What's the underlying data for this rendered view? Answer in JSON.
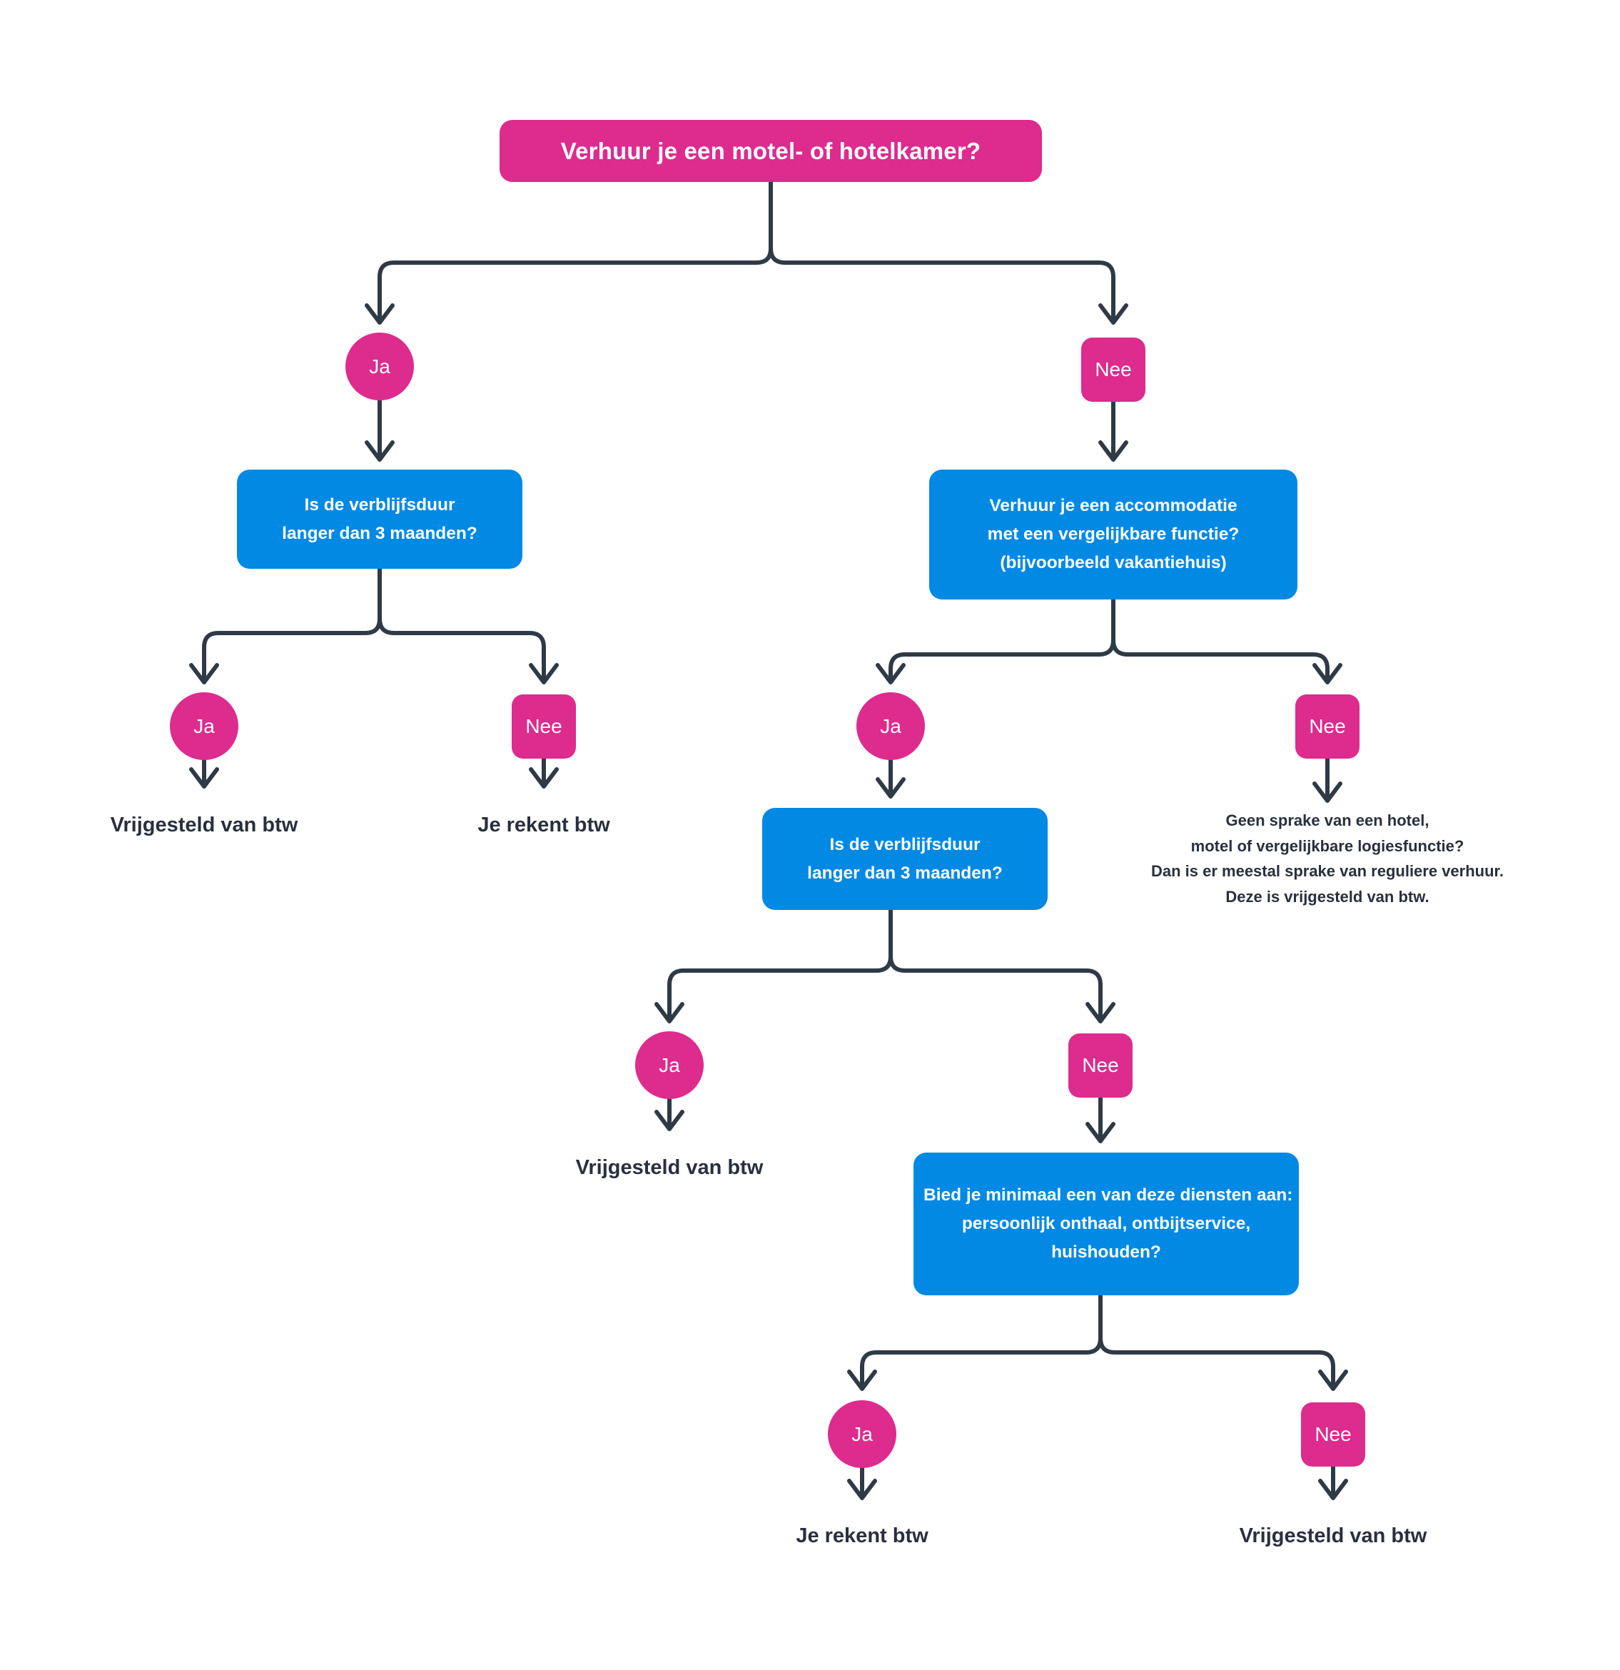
{
  "diagram": {
    "title": "Verhuur je een motel- of hotelkamer?",
    "accent_pink": "#DD2B8E",
    "accent_blue": "#0289E3",
    "text_dark": "#28303F",
    "line_color": "#2F3A४7"
  },
  "nodes": {
    "root_question": "Verhuur je een motel- of hotelkamer?",
    "branch_ja_1": "Ja",
    "branch_nee_1": "Nee",
    "q_duur_left": [
      "Is de verblijfsduur",
      "langer dan 3 maanden?"
    ],
    "q_accommodatie": [
      "Verhuur je een accommodatie",
      "met een vergelijkbare functie?",
      "(bijvoorbeeld vakantiehuis)"
    ],
    "branch_ja_2": "Ja",
    "branch_nee_2": "Nee",
    "branch_ja_3": "Ja",
    "branch_nee_3": "Nee",
    "outcome_vrijgesteld_1": "Vrijgesteld van btw",
    "outcome_rekent_1": "Je rekent btw",
    "note_geen_hotel": [
      "Geen sprake van een hotel,",
      "motel of vergelijkbare logiesfunctie?",
      "Dan is er meestal sprake van reguliere verhuur.",
      "Deze is vrijgesteld van btw."
    ],
    "q_duur_mid": [
      "Is de verblijfsduur",
      "langer dan 3 maanden?"
    ],
    "branch_ja_4": "Ja",
    "branch_nee_4": "Nee",
    "outcome_vrijgesteld_2": "Vrijgesteld van btw",
    "q_diensten": [
      "Bied je minimaal een van deze diensten aan:",
      "persoonlijk onthaal, ontbijtservice,",
      "huishouden?"
    ],
    "branch_ja_5": "Ja",
    "branch_nee_5": "Nee",
    "outcome_rekent_2": "Je rekent btw",
    "outcome_vrijgesteld_3": "Vrijgesteld van btw"
  }
}
